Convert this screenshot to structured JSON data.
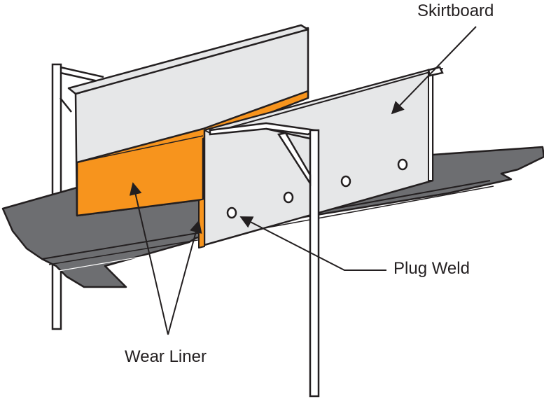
{
  "labels": {
    "skirtboard": "Skirtboard",
    "plug_weld": "Plug Weld",
    "wear_liner": "Wear Liner"
  },
  "colors": {
    "belt": "#6d6e71",
    "steel": "#e6e7e8",
    "wear_liner": "#f7941d",
    "outline": "#231f20"
  }
}
